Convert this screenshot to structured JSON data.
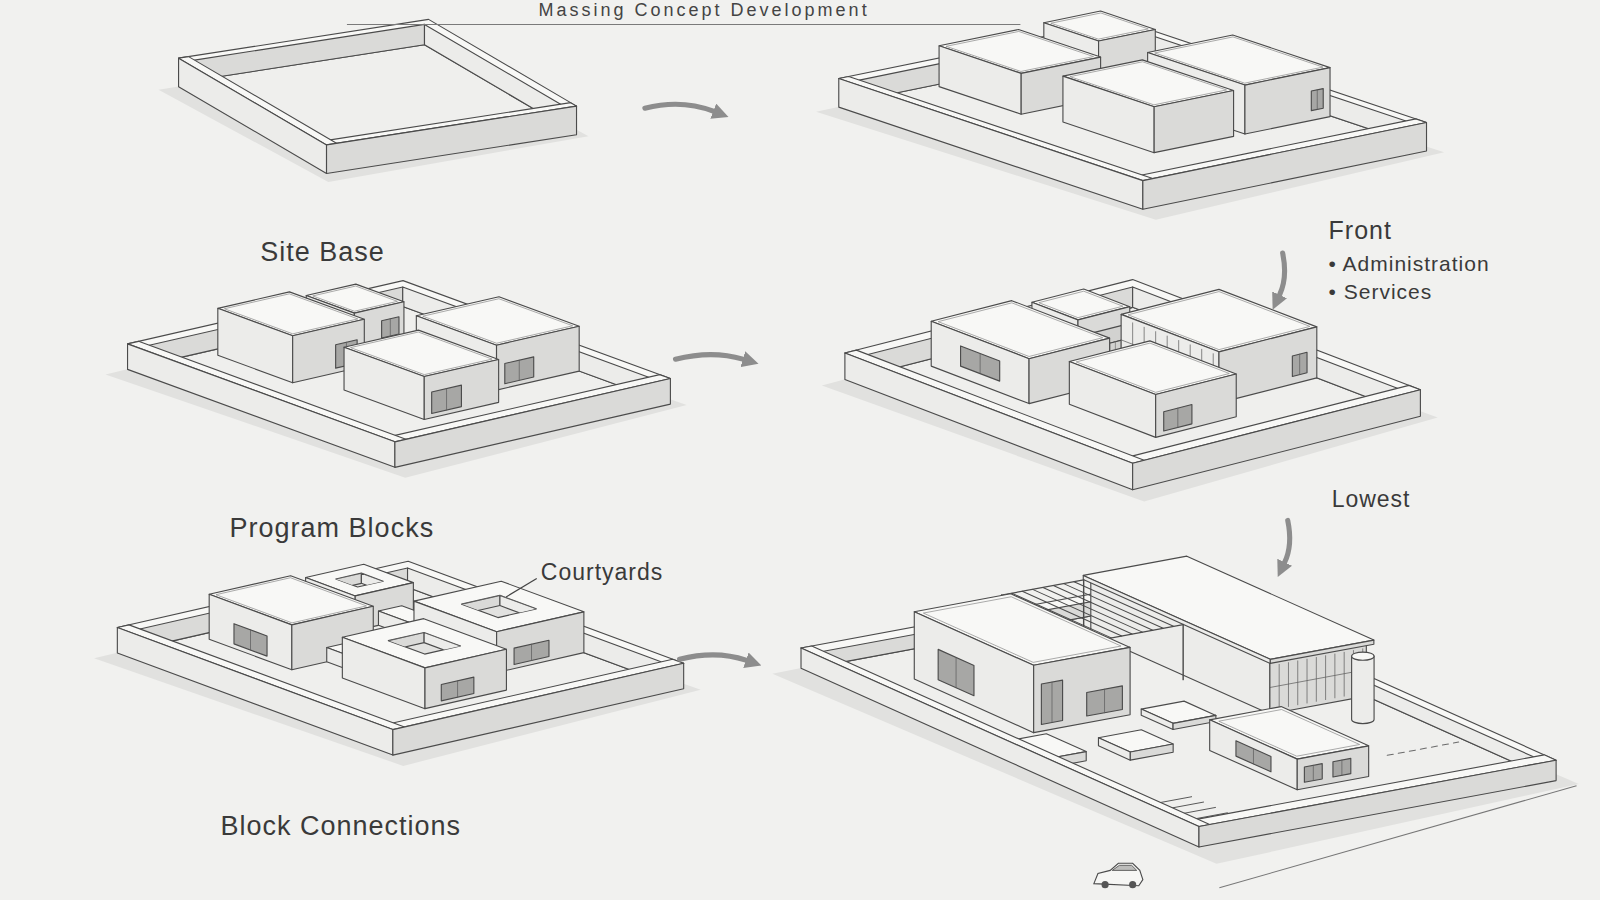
{
  "diagram": {
    "title": "Massing Concept Development",
    "labels": [
      "Site Base",
      "Program Blocks",
      "Block Connections",
      "Courtyards",
      "Front",
      "• Administration",
      "• Services",
      "Lowest"
    ]
  }
}
